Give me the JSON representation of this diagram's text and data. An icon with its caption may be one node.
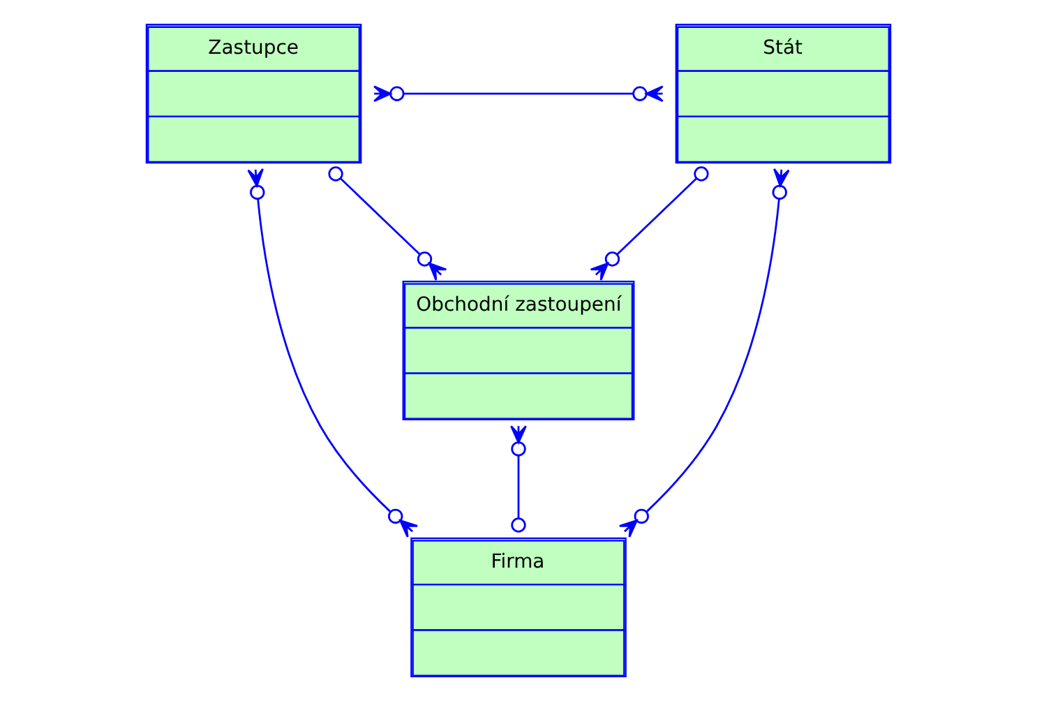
{
  "diagram": {
    "nodes": [
      {
        "text": [
          "Zastupce"
        ]
      },
      {
        "text": [
          "Stát"
        ]
      },
      {
        "text": [
          "Obchodní zastoupení"
        ]
      },
      {
        "text": [
          "Firma"
        ]
      }
    ],
    "edges": [
      {
        "from": 0,
        "to": 1,
        "arrow": "other"
      },
      {
        "from": 0,
        "to": 2,
        "arrow": "other"
      },
      {
        "from": 1,
        "to": 2,
        "arrow": "other"
      },
      {
        "from": 0,
        "to": 3,
        "arrow": "other"
      },
      {
        "from": 2,
        "to": 3,
        "arrow": "other"
      },
      {
        "from": 1,
        "to": 3,
        "arrow": "other"
      }
    ]
  }
}
